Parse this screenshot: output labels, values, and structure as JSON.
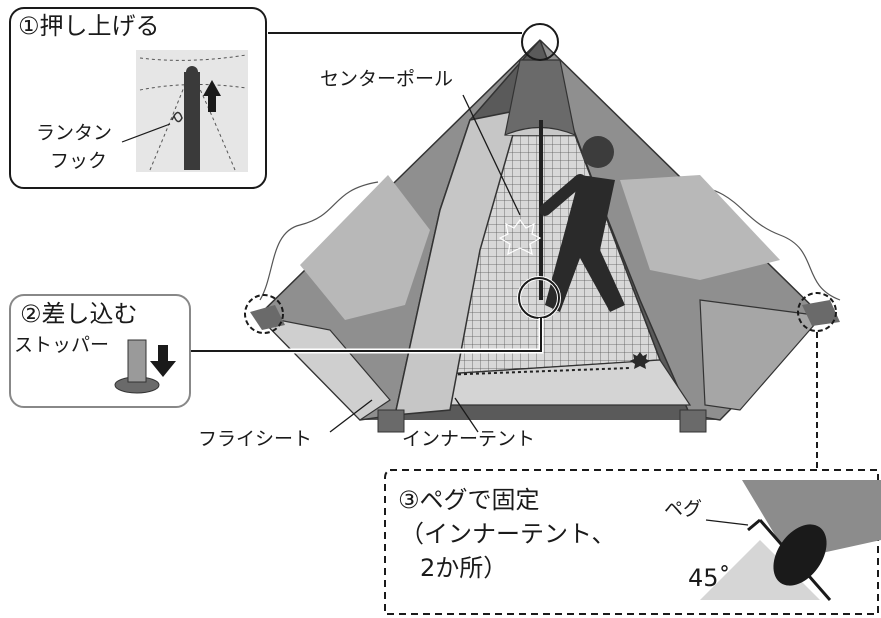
{
  "steps": {
    "step1": {
      "title": "①押し上げる",
      "hook_line1": "ランタン",
      "hook_line2": "フック"
    },
    "step2": {
      "title": "②差し込む",
      "stopper": "ストッパー"
    },
    "step3": {
      "title": "③ペグで固定",
      "detail_line1": "（インナーテント、",
      "detail_line2": "2か所）",
      "peg": "ペグ",
      "angle": "45˚"
    }
  },
  "labels": {
    "center_pole": "センターポール",
    "fly_sheet": "フライシート",
    "inner_tent": "インナーテント"
  },
  "colors": {
    "dark": "#3a3a3a",
    "mid": "#8c8c8c",
    "light": "#c4c4c4",
    "pale": "#dcdcdc",
    "mesh": "#4a4a4a"
  }
}
